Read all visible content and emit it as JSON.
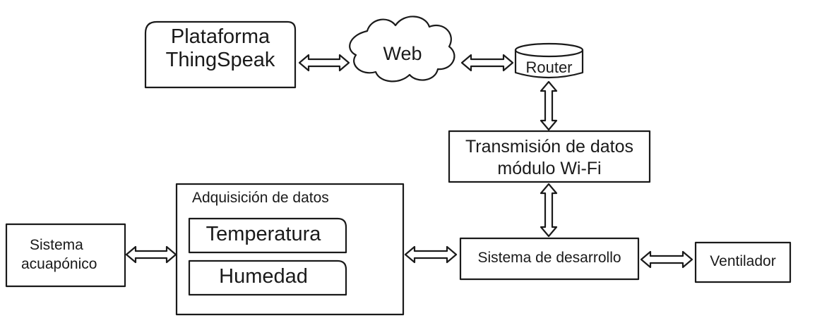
{
  "nodes": {
    "thingspeak": {
      "line1": "Plataforma",
      "line2": "ThingSpeak"
    },
    "web": {
      "label": "Web"
    },
    "router": {
      "label": "Router"
    },
    "wifi": {
      "line1": "Transmisión de datos",
      "line2": "módulo Wi-Fi"
    },
    "acquisition": {
      "title": "Adquisición de datos",
      "temperature": "Temperatura",
      "humidity": "Humedad"
    },
    "aquaponic": {
      "line1": "Sistema",
      "line2": "acuapónico"
    },
    "development": {
      "label": "Sistema de desarrollo"
    },
    "fan": {
      "label": "Ventilador"
    }
  },
  "colors": {
    "stroke": "#1a1a1a",
    "fill": "#ffffff"
  }
}
